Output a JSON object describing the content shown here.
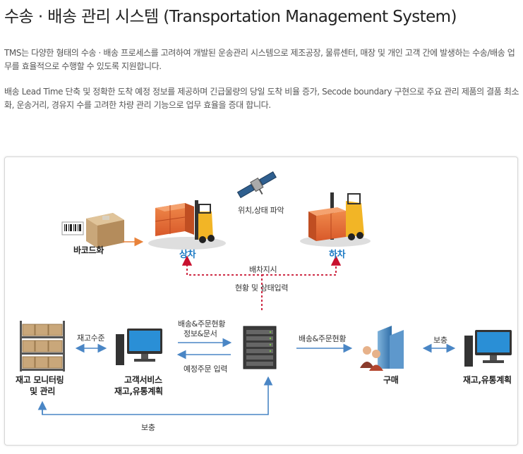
{
  "page": {
    "title": "수송 · 배송 관리 시스템 (Transportation Management System)",
    "paragraph1": "TMS는 다양한 형태의 수송 · 배송 프로세스를 고려하여 개발된 운송관리 시스템으로 제조공장, 물류센터, 매장 및 개인 고객 간에 발생하는 수송/배송 업무를 효율적으로 수행할 수 있도록 지원합니다.",
    "paragraph2": "배송 Lead Time 단축 및 정확한 도착 예정 정보를 제공하며 긴급물량의 당일 도착 비율 증가, Secode boundary 구현으로 주요 관리 제품의 결품 최소화, 운송거리, 경유지 수를 고려한 차량 관리 기능으로 업무 효율을 증대 합니다."
  },
  "diagram": {
    "barcode_label": "바코드화",
    "loading_label": "상차",
    "unloading_label": "하차",
    "gps_label": "위치,상태 파악",
    "dispatch_label": "배차지시",
    "status_input_label": "현황 및 상태입력",
    "inventory_label_1": "재고 모니터링",
    "inventory_label_2": "및 관리",
    "stock_level_label": "재고수준",
    "customer_label_1": "고객서비스",
    "customer_label_2": "재고,유통계획",
    "delivery_status_top_1": "배송&주문현황",
    "delivery_status_top_2": "정보&문서",
    "scheduled_order_label": "예정주문 입력",
    "delivery_status_right": "배송&주문현황",
    "purchase_label": "구매",
    "replenish_right_label": "보충",
    "right_pc_label": "재고,유통계획",
    "replenish_bottom_label": "보충",
    "colors": {
      "accent_blue": "#1a79c4",
      "arrow_blue": "#4a86c5",
      "arrow_orange": "#e8823a",
      "dispatch_red": "#c8102e"
    }
  }
}
